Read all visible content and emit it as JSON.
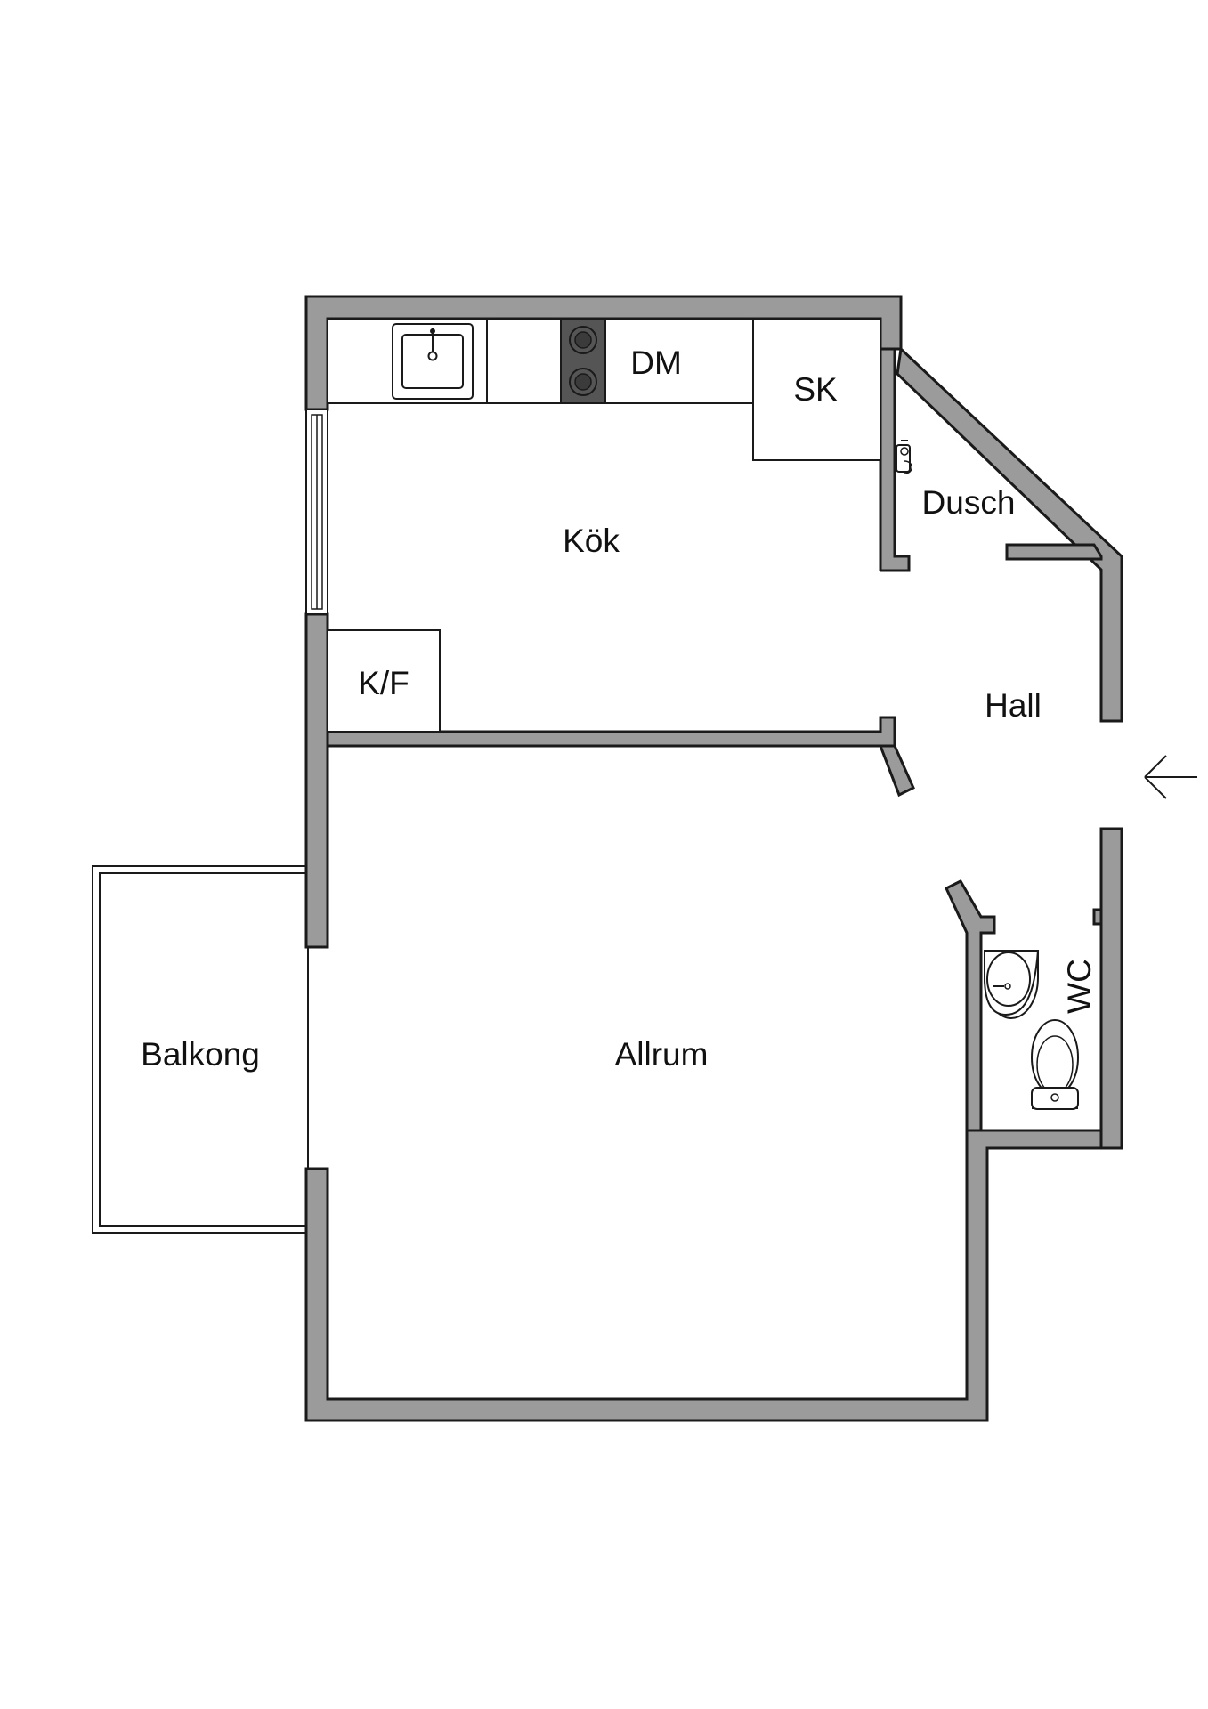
{
  "rooms": {
    "kitchen": "Kök",
    "hall": "Hall",
    "living": "Allrum",
    "balcony": "Balkong",
    "shower": "Dusch",
    "wc": "WC"
  },
  "fixtures": {
    "dishwasher": "DM",
    "cabinet": "SK",
    "fridge_freezer": "K/F"
  },
  "icons": {
    "entrance": "arrow-left-icon"
  },
  "colors": {
    "wall_fill": "#9b9b9b",
    "wall_outline": "#1a1a1a",
    "stove_fill": "#555555",
    "background": "#ffffff"
  }
}
